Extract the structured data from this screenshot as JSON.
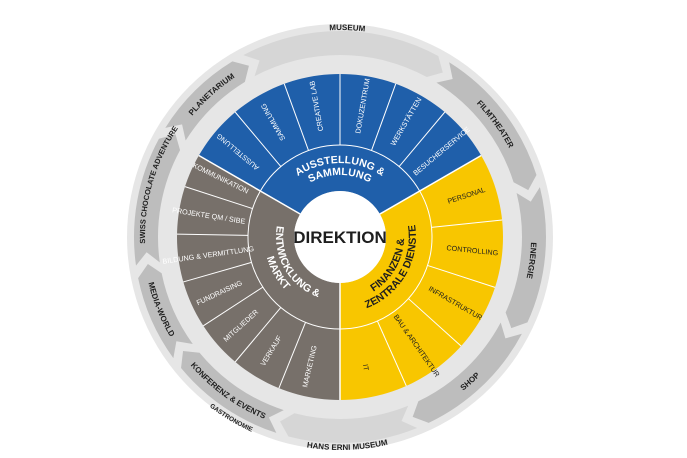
{
  "center": {
    "label": "DIREKTION"
  },
  "colors": {
    "blue": "#1F5FAA",
    "yellow": "#F8C600",
    "gray": "#77706A",
    "outer_ring": "#E6E6E6",
    "outer_band_dark": "#BDBDBD",
    "outer_band_light": "#D6D6D6",
    "divider": "#FFFFFF",
    "outer_text": "#1E1E1E"
  },
  "sectors": [
    {
      "id": "ausstellung",
      "title_lines": [
        "AUSSTELLUNG &",
        "SAMMLUNG"
      ],
      "color": "#1F5FAA",
      "title_color": "#FFFFFF",
      "item_color": "#FFFFFF",
      "items": [
        "AUSSTELLUNG",
        "SAMMLUNG",
        "CREATIVE LAB",
        "DOKUZENTRUM",
        "WERKSTÄTTEN",
        "BESUCHERSERVICE"
      ]
    },
    {
      "id": "finanzen",
      "title_lines": [
        "FINANZEN &",
        "ZENTRALE DIENSTE"
      ],
      "color": "#F8C600",
      "title_color": "#1E1E1E",
      "item_color": "#1E1E1E",
      "items": [
        "PERSONAL",
        "CONTROLLING",
        "INFRASTRUKTUR",
        "BAU & ARCHITEKTUR",
        "IT"
      ]
    },
    {
      "id": "entwicklung",
      "title_lines": [
        "ENTWICKLUNG &",
        "MARKT"
      ],
      "color": "#77706A",
      "title_color": "#FFFFFF",
      "item_color": "#FFFFFF",
      "items": [
        "MARKETING",
        "VERKAUF",
        "MITGLIEDER",
        "FUNDRAISING",
        "BILDUNG & VERMITTLUNG",
        "PROJEKTE QM / SIBE",
        "KOMMUNIKATION"
      ]
    }
  ],
  "outer_labels": [
    "MUSEUM",
    "FILMTHEATER",
    "ENERGIE",
    "SHOP",
    "HANS ERNI MUSEUM",
    "KONFERENZ & EVENTS",
    "GASTRONOMIE",
    "MEDIA-WORLD",
    "SWISS CHOCOLATE ADVENTURE",
    "PLANETARIUM"
  ]
}
